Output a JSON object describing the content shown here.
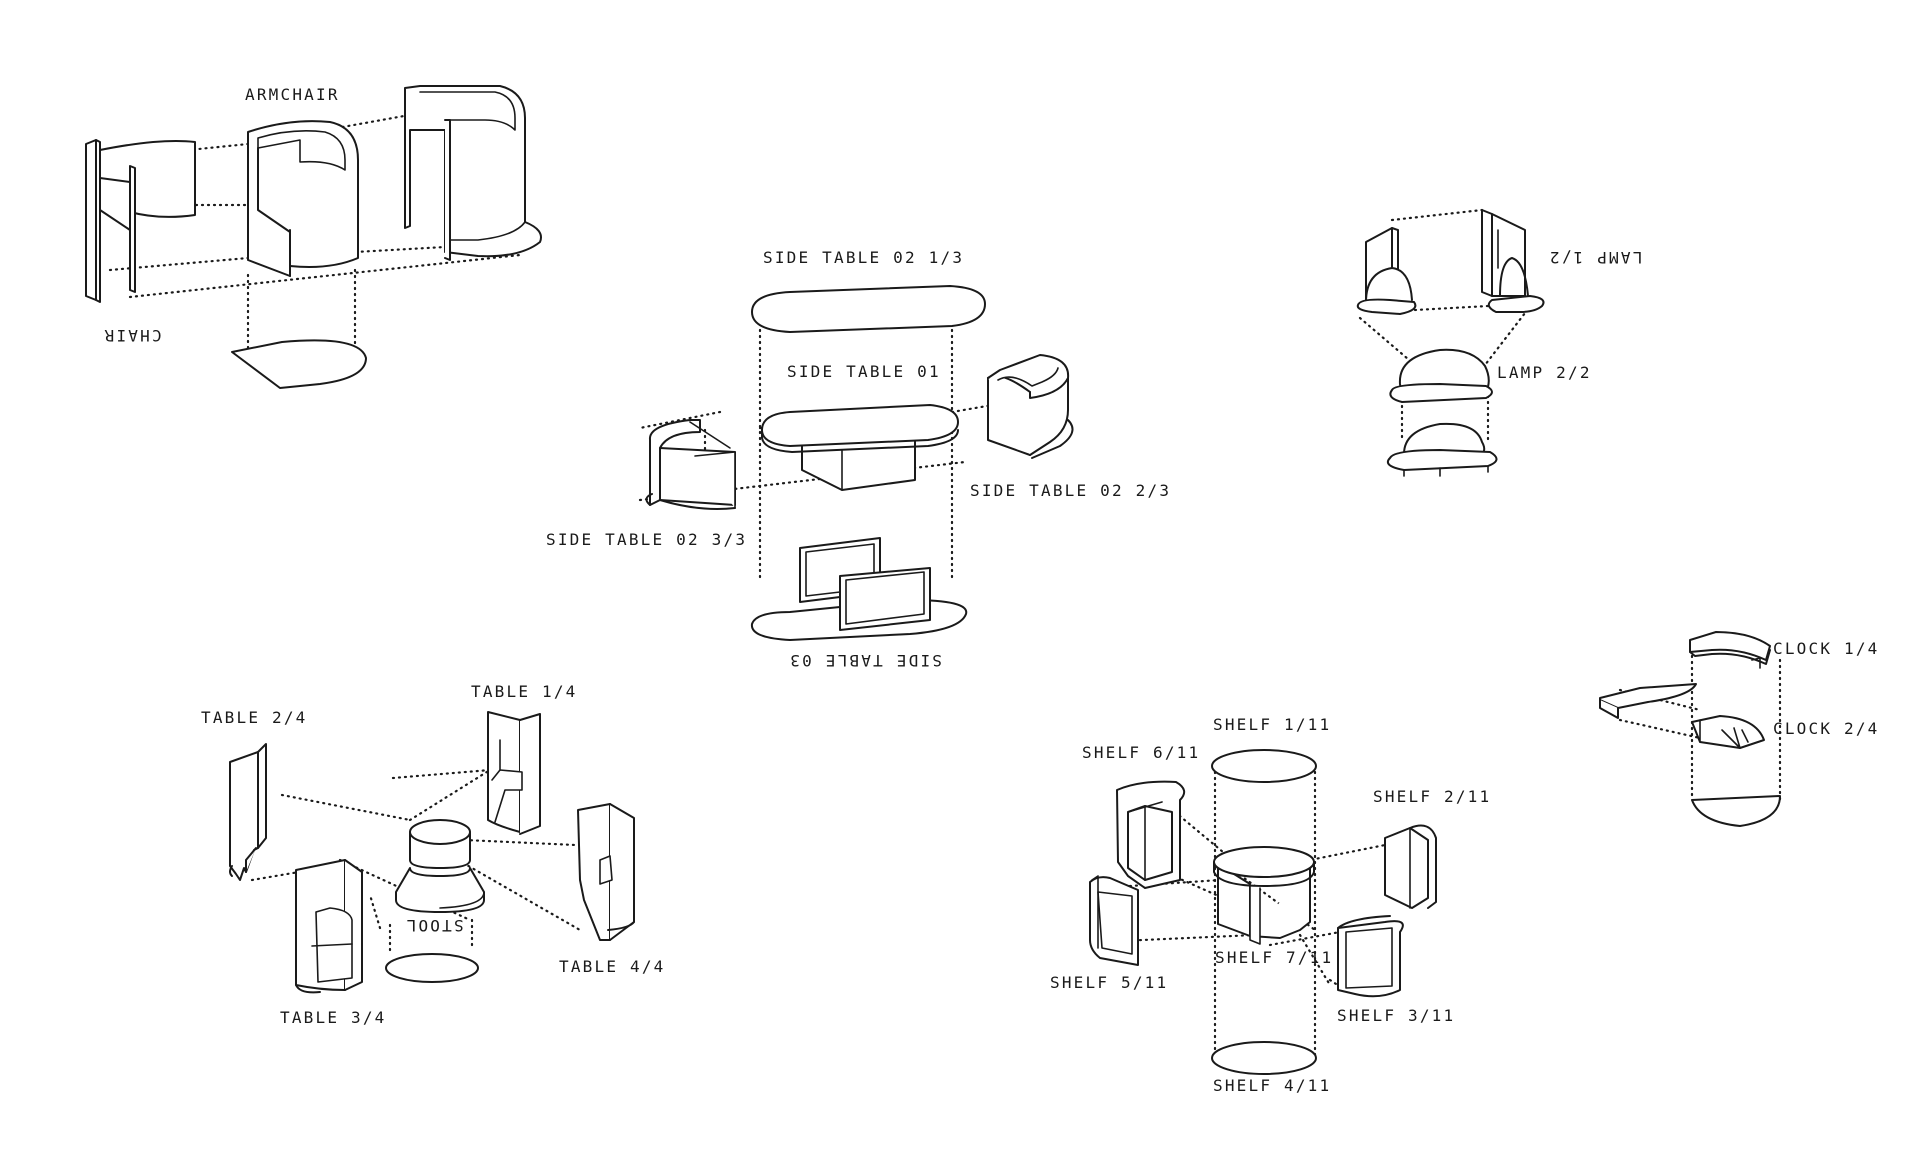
{
  "labels": {
    "armchair": "ARMCHAIR",
    "chair": "CHAIR",
    "side_table_02_1_3": "SIDE TABLE 02 1/3",
    "side_table_01": "SIDE TABLE 01",
    "side_table_02_2_3": "SIDE TABLE 02 2/3",
    "side_table_02_3_3": "SIDE TABLE 02 3/3",
    "side_table_03": "SIDE TABLE 03",
    "lamp_1_2": "LAMP 1/2",
    "lamp_2_2": "LAMP 2/2",
    "clock_1_4": "CLOCK 1/4",
    "clock_2_4": "CLOCK 2/4",
    "table_1_4": "TABLE 1/4",
    "table_2_4": "TABLE 2/4",
    "table_3_4": "TABLE 3/4",
    "table_4_4": "TABLE 4/4",
    "stool": "STOOL",
    "shelf_1_11": "SHELF 1/11",
    "shelf_2_11": "SHELF 2/11",
    "shelf_3_11": "SHELF 3/11",
    "shelf_4_11": "SHELF 4/11",
    "shelf_5_11": "SHELF 5/11",
    "shelf_6_11": "SHELF 6/11",
    "shelf_7_11": "SHELF 7/11"
  }
}
